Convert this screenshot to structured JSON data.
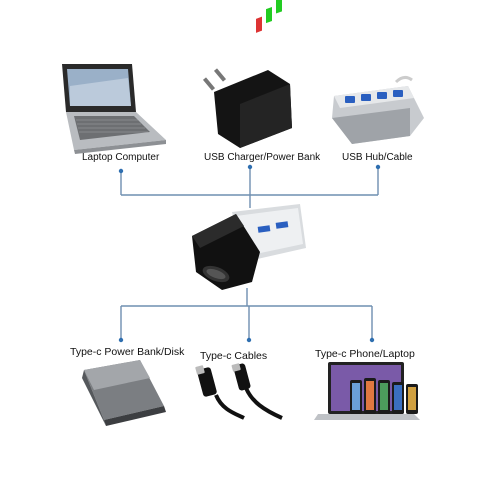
{
  "top_devices": [
    {
      "label": "Laptop Computer",
      "icon": "laptop-icon"
    },
    {
      "label": "USB Charger/Power Bank",
      "icon": "usb-charger-icon"
    },
    {
      "label": "USB Hub/Cable",
      "icon": "usb-hub-icon"
    }
  ],
  "center_device": {
    "icon": "usb-to-type-c-adapter-icon"
  },
  "bottom_devices": [
    {
      "label": "Type-c Power Bank/Disk",
      "icon": "power-bank-icon"
    },
    {
      "label": "Type-c Cables",
      "icon": "type-c-cable-icon"
    },
    {
      "label": "Type-c Phone/Laptop",
      "icon": "phone-laptop-icon"
    }
  ],
  "colors": {
    "connector": "#6f8fb0",
    "dot": "#2f6fb0"
  }
}
